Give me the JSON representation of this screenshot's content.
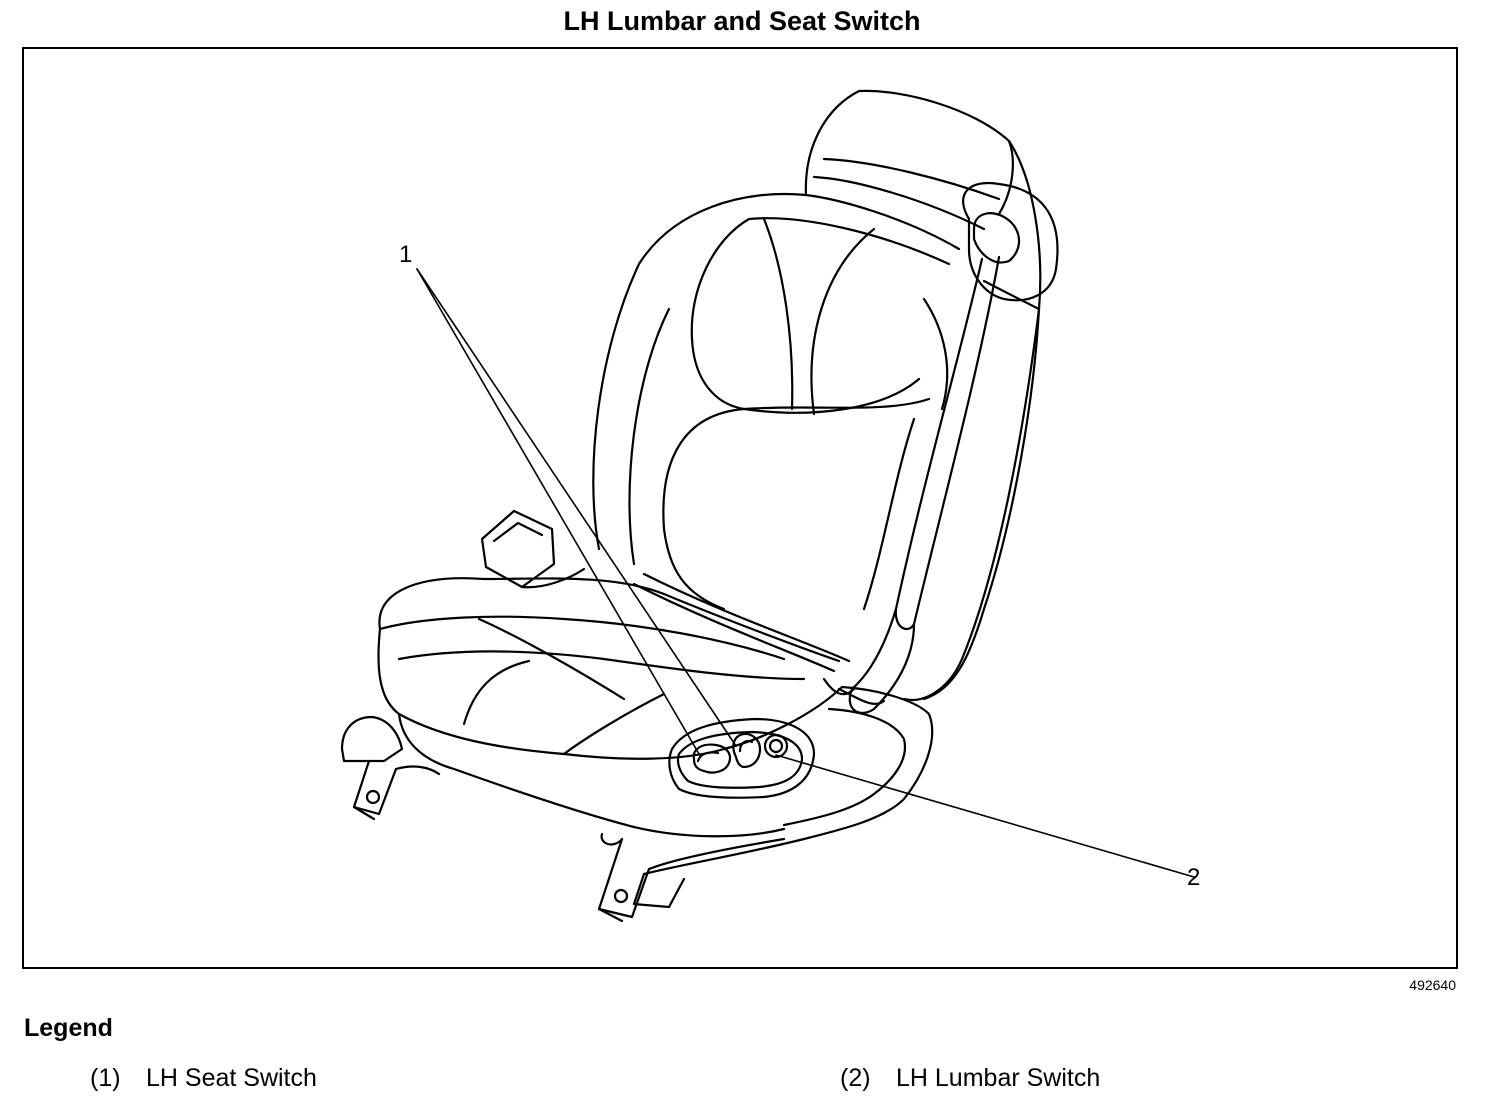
{
  "title": "LH Lumbar and Seat Switch",
  "figure_id": "492640",
  "callouts": [
    "1",
    "2"
  ],
  "legend": {
    "heading": "Legend",
    "items": [
      {
        "number": "(1)",
        "label": "LH Seat Switch"
      },
      {
        "number": "(2)",
        "label": "LH Lumbar Switch"
      }
    ]
  }
}
